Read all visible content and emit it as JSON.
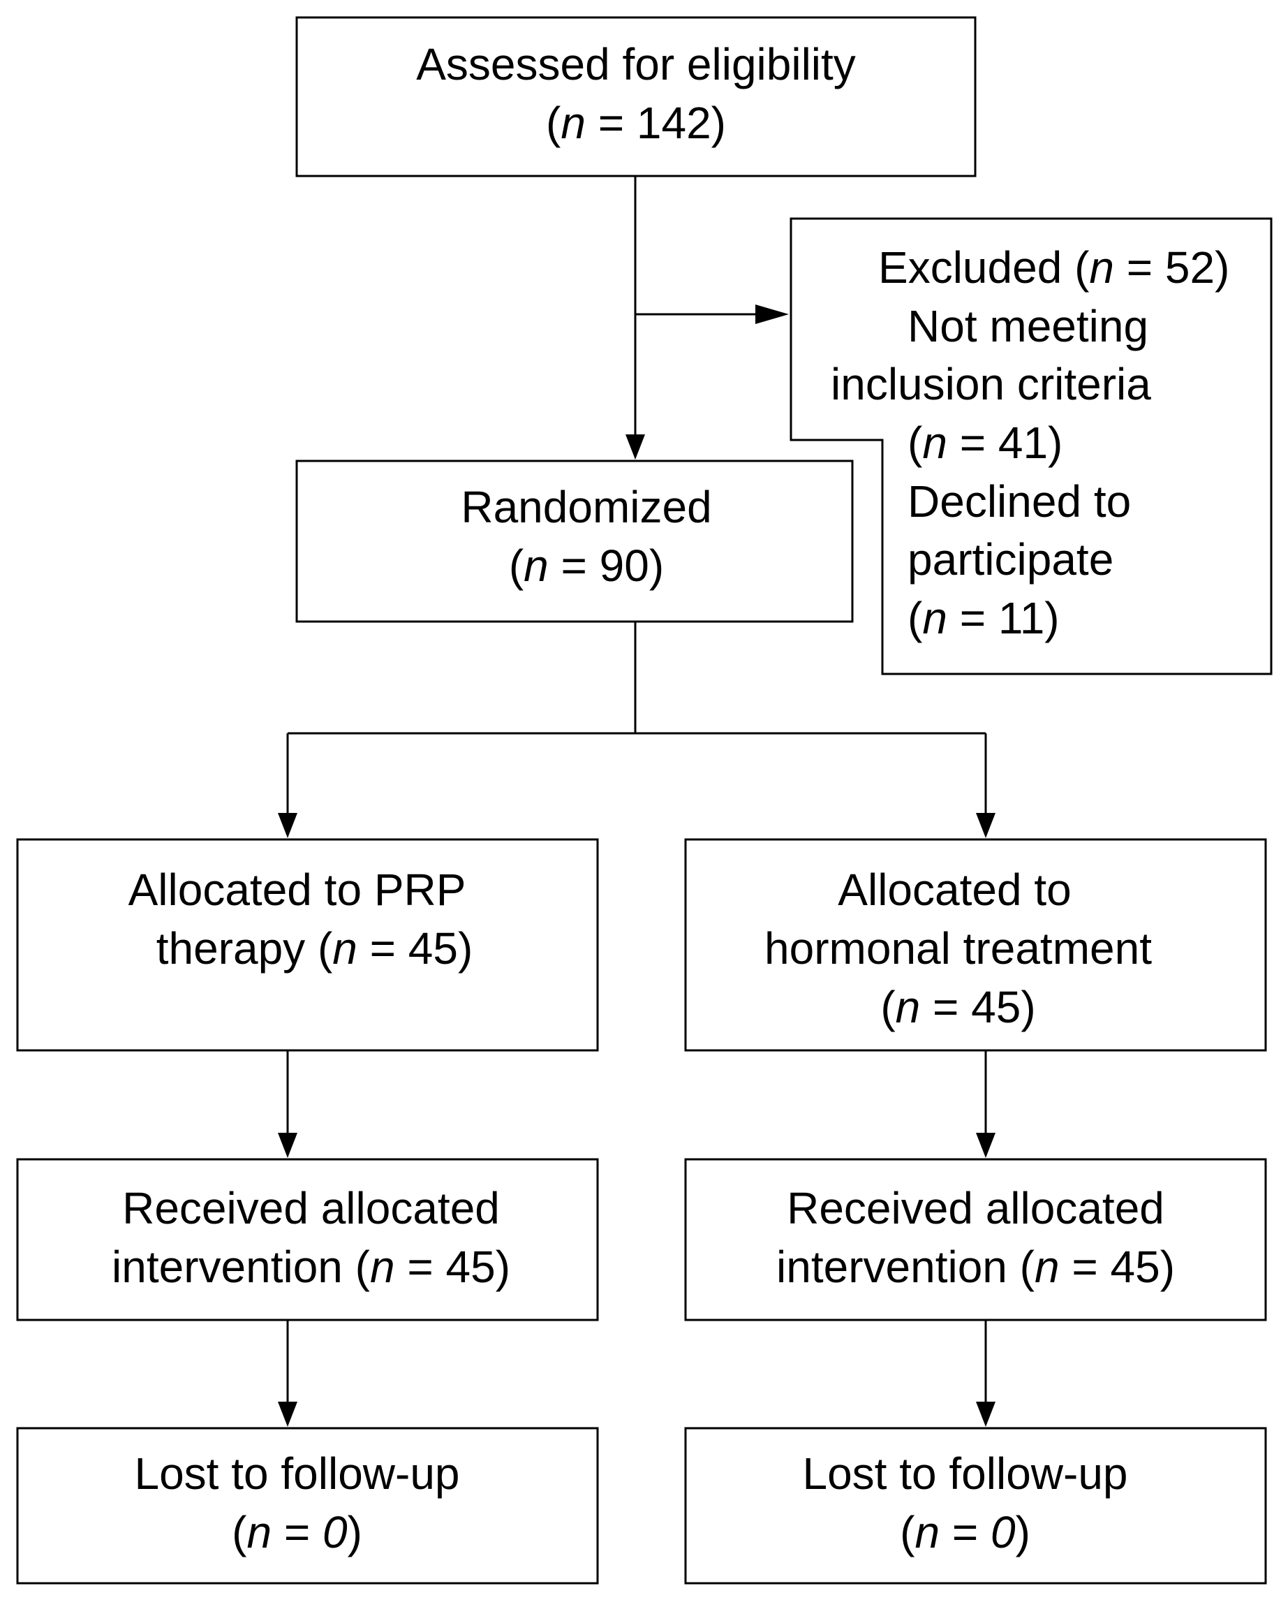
{
  "nodes": {
    "assessed": {
      "label": "Assessed for eligibility",
      "n_prefix": "(",
      "n_var": "n",
      "n_rest": " = 142)"
    },
    "excluded": {
      "line1_label": "Excluded (",
      "line1_var": "n",
      "line1_rest": " = 52)",
      "line2": "Not meeting",
      "line3": "inclusion criteria",
      "line4_prefix": "(",
      "line4_var": "n",
      "line4_rest": " = 41)",
      "line5": "Declined to",
      "line6": "participate",
      "line7_prefix": "(",
      "line7_var": "n",
      "line7_rest": " = 11)"
    },
    "randomized": {
      "label": "Randomized",
      "n_prefix": "(",
      "n_var": "n",
      "n_rest": " = 90)"
    },
    "alloc_prp": {
      "line1": "Allocated to PRP",
      "line2_label": "therapy (",
      "line2_var": "n",
      "line2_rest": " = 45)"
    },
    "alloc_hormonal": {
      "line1": "Allocated to",
      "line2": "hormonal treatment",
      "n_prefix": "(",
      "n_var": "n",
      "n_rest": " = 45)"
    },
    "received_prp": {
      "line1": "Received allocated",
      "line2_label": "intervention (",
      "line2_var": "n",
      "line2_rest": " = 45)"
    },
    "received_hormonal": {
      "line1": "Received allocated",
      "line2_label": "intervention (",
      "line2_var": "n",
      "line2_rest": " = 45)"
    },
    "lost_prp": {
      "line1": "Lost to follow-up",
      "n_prefix": "(",
      "n_var": "n",
      "n_eq": " = ",
      "n_val": "0",
      "n_close": ")"
    },
    "lost_hormonal": {
      "line1": "Lost to follow-up",
      "n_prefix": "(",
      "n_var": "n",
      "n_eq": " = ",
      "n_val": "0",
      "n_close": ")"
    }
  },
  "colors": {
    "stroke": "#000000",
    "background": "#ffffff",
    "text": "#000000"
  }
}
